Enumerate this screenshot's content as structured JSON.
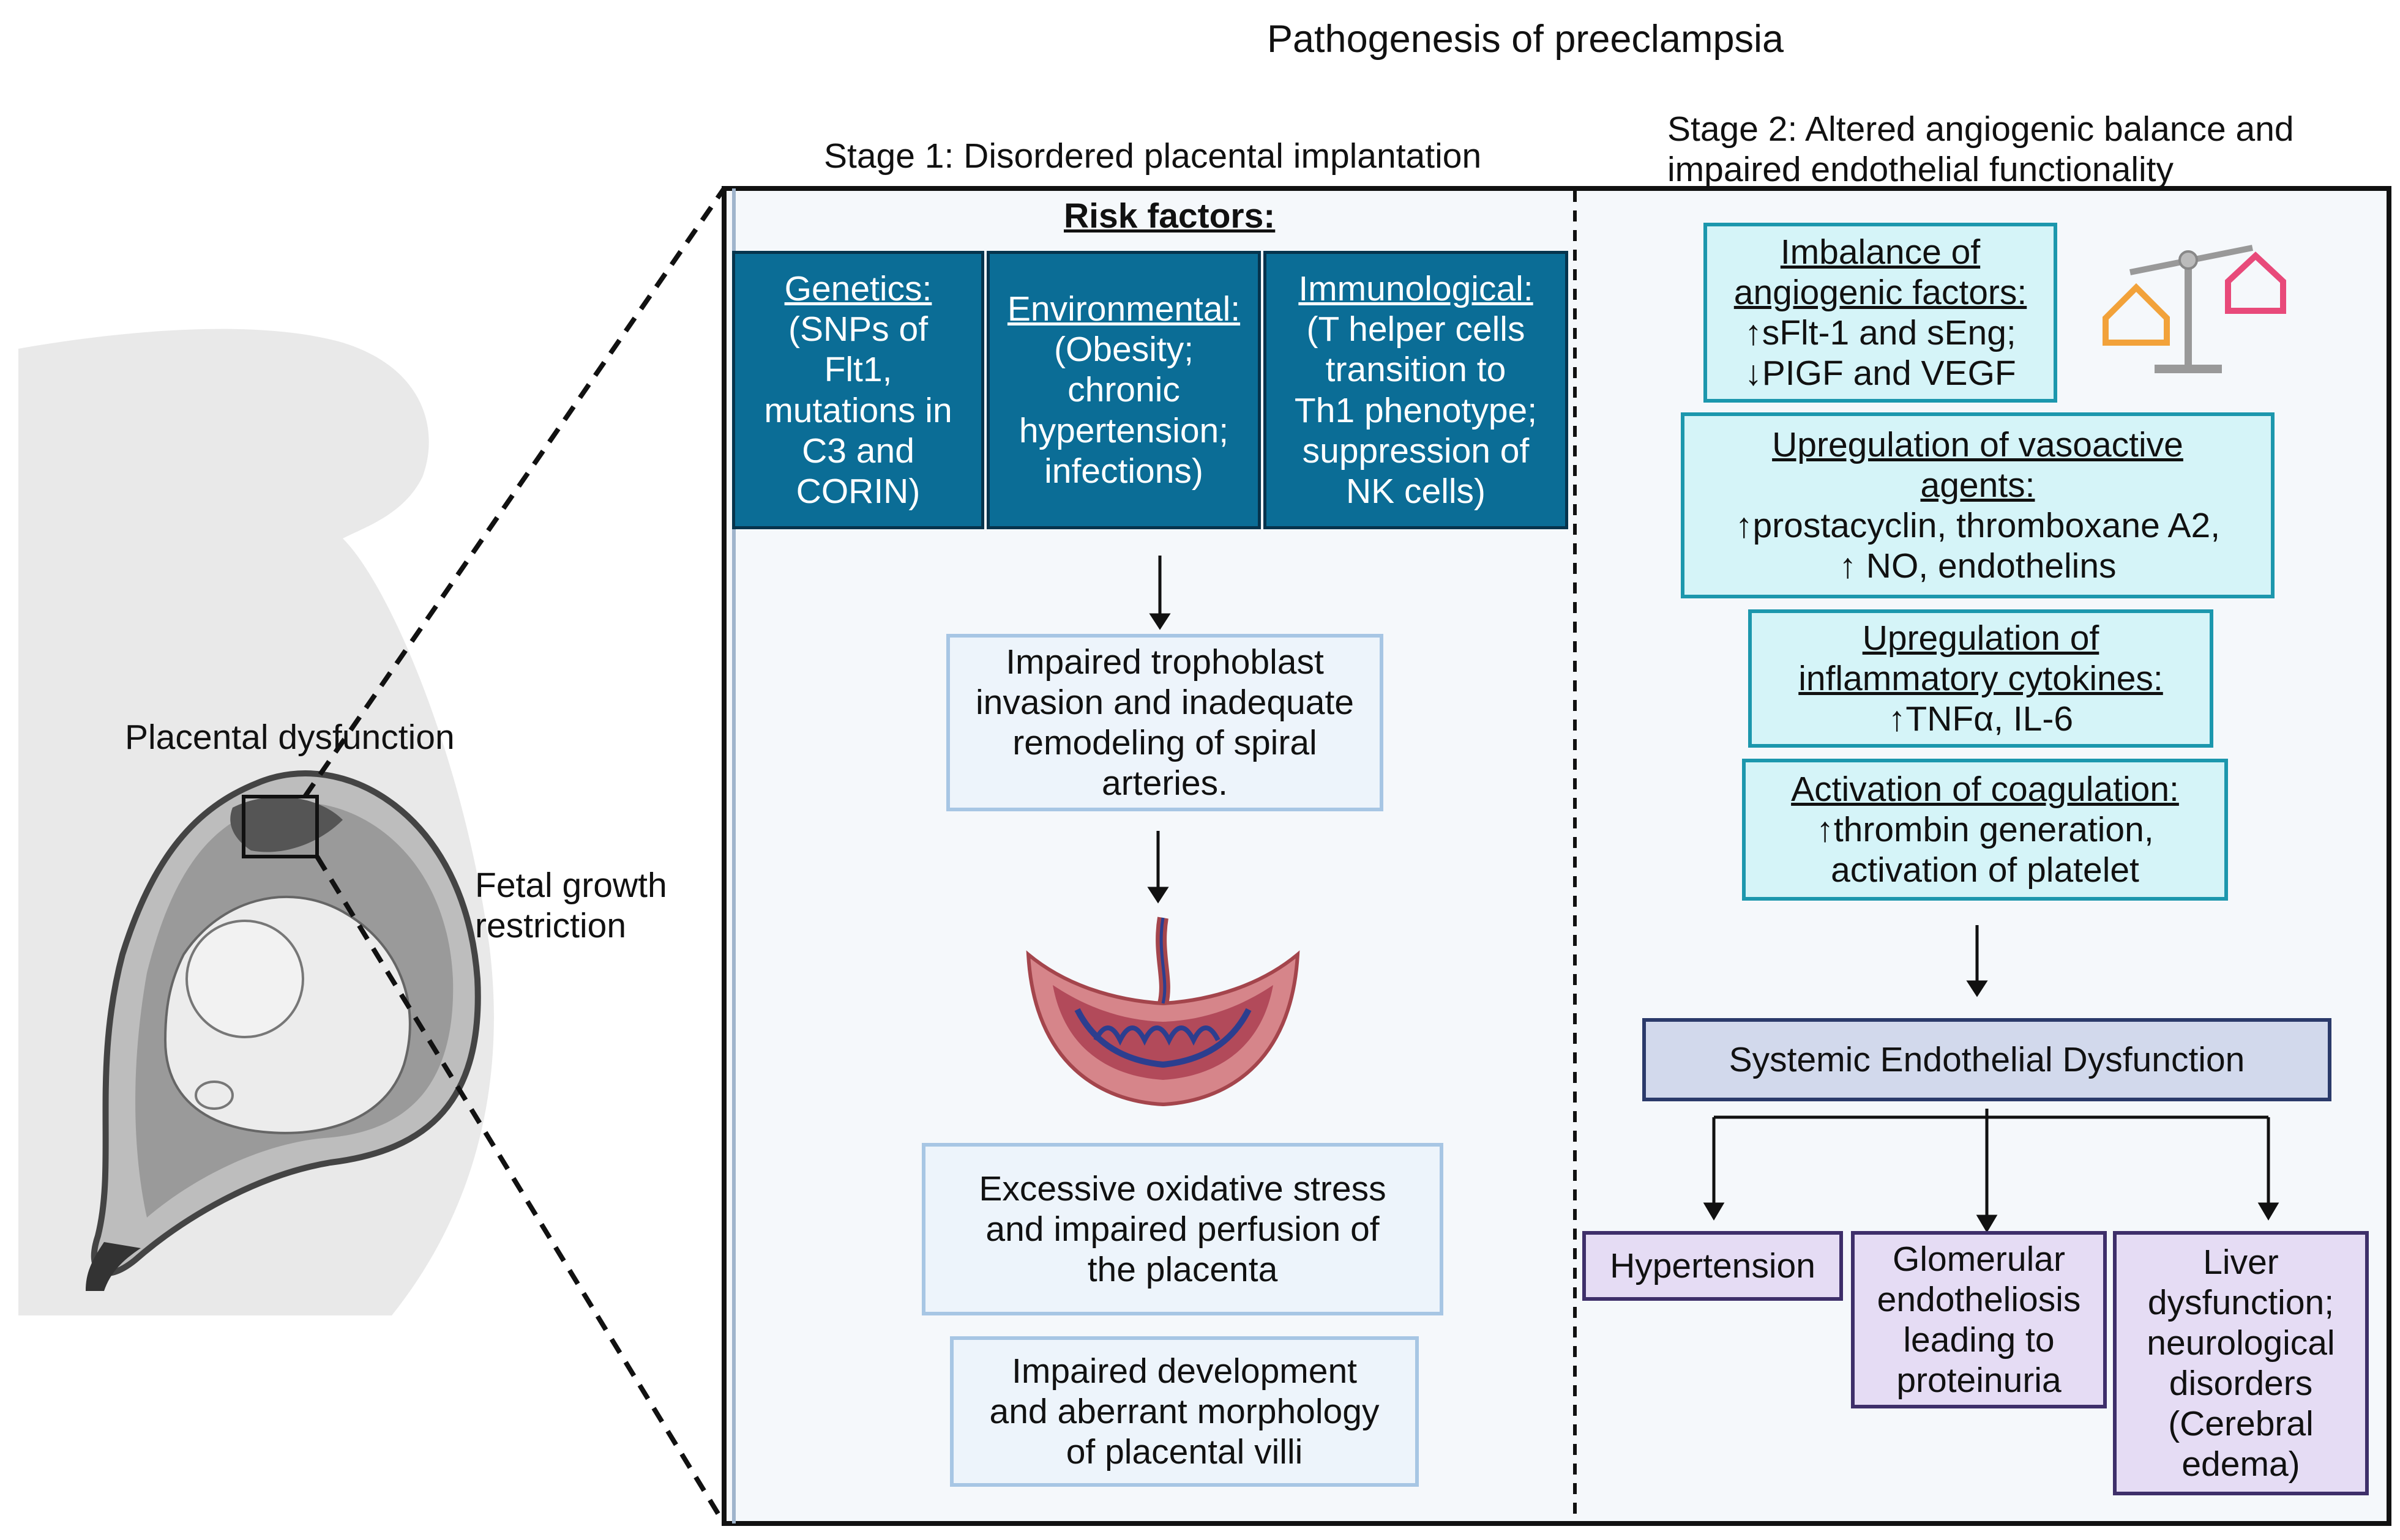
{
  "title": "Pathogenesis of preeclampsia",
  "stage1": {
    "heading": "Stage 1: Disordered placental implantation",
    "risk_title": "Risk factors:",
    "risk_factors": [
      {
        "head": "Genetics:",
        "lines": [
          "(SNPs of",
          "Flt1,",
          "mutations in",
          "C3 and",
          "CORIN)"
        ]
      },
      {
        "head": "Environmental:",
        "lines": [
          "(Obesity;",
          "chronic",
          "hypertension;",
          "infections)"
        ]
      },
      {
        "head": "Immunological:",
        "lines": [
          "(T helper cells",
          "transition to",
          "Th1 phenotype;",
          "suppression of",
          "NK cells)"
        ]
      }
    ],
    "trophoblast": [
      "Impaired trophoblast",
      "invasion and inadequate",
      "remodeling of spiral",
      "arteries."
    ],
    "oxidative": [
      "Excessive oxidative stress",
      "and impaired perfusion of",
      "the placenta"
    ],
    "villi": [
      "Impaired development",
      "and aberrant morphology",
      "of placental villi"
    ]
  },
  "stage2": {
    "heading": [
      "Stage 2: Altered angiogenic balance and",
      "impaired endothelial functionality"
    ],
    "imbalance": {
      "head": [
        "Imbalance of",
        "angiogenic factors:"
      ],
      "lines": [
        "↑sFlt-1 and sEng;",
        "↓PIGF and VEGF"
      ]
    },
    "vasoactive": {
      "head": [
        "Upregulation of vasoactive",
        "agents:"
      ],
      "lines": [
        "↑prostacyclin, thromboxane A2,",
        "↑ NO, endothelins"
      ]
    },
    "cytokines": {
      "head": [
        "Upregulation of",
        "inflammatory cytokines:"
      ],
      "lines": [
        "↑TNFα, IL-6"
      ]
    },
    "coagulation": {
      "head": [
        "Activation of coagulation:"
      ],
      "lines": [
        "↑thrombin generation,",
        "activation of platelet"
      ]
    },
    "systemic": "Systemic Endothelial Dysfunction",
    "outcomes": {
      "hypertension": [
        "Hypertension"
      ],
      "glomerular": [
        "Glomerular",
        "endotheliosis",
        "leading to",
        "proteinuria"
      ],
      "liver": [
        "Liver",
        "dysfunction;",
        "neurological",
        "disorders",
        "(Cerebral",
        "edema)"
      ]
    }
  },
  "labels": {
    "placental_dysfunction": "Placental dysfunction",
    "fetal_growth": [
      "Fetal growth",
      "restriction"
    ]
  },
  "colors": {
    "risk_box": "#0b6d96",
    "cyan_box": "#d5f4f8",
    "light_box": "#edf4fb",
    "purple_box": "#e5dcf4",
    "systemic_box": "#d2d9ec"
  }
}
